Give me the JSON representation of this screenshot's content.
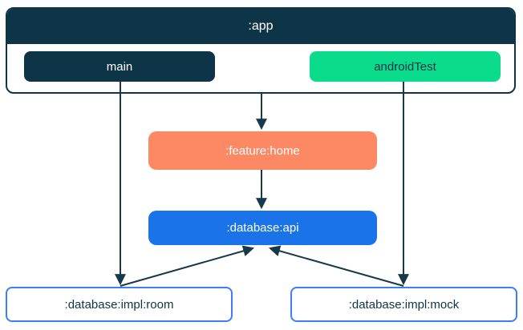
{
  "canvas": {
    "background": "#FFFFFF"
  },
  "colors": {
    "navy": "#0D3447",
    "green": "#0ADC8C",
    "orange": "#FC8964",
    "blue": "#1A73E8",
    "outline_border_blue": "#3C7EF5",
    "arrow": "#17394A",
    "white": "#FFFFFF"
  },
  "diagram": {
    "app_container": {
      "label": ":app",
      "source_sets": [
        {
          "id": "main",
          "label": "main",
          "fill": "#0D3447",
          "text_color": "#FFFFFF"
        },
        {
          "id": "androidTest",
          "label": "androidTest",
          "fill": "#0ADC8C",
          "text_color": "#0D3447"
        }
      ]
    },
    "nodes": [
      {
        "id": "feature-home",
        "label": ":feature:home",
        "fill": "#FC8964",
        "text_color": "#FFFFFF"
      },
      {
        "id": "database-api",
        "label": ":database:api",
        "fill": "#1A73E8",
        "text_color": "#FFFFFF"
      },
      {
        "id": "database-impl-room",
        "label": ":database:impl:room",
        "fill": "#FFFFFF",
        "text_color": "#0D3447",
        "border_color": "#3C7EF5"
      },
      {
        "id": "database-impl-mock",
        "label": ":database:impl:mock",
        "fill": "#FFFFFF",
        "text_color": "#0D3447",
        "border_color": "#3C7EF5"
      }
    ],
    "edges": [
      {
        "from": "main",
        "to": ":database:impl:room"
      },
      {
        "from": ":app",
        "to": ":feature:home"
      },
      {
        "from": ":feature:home",
        "to": ":database:api"
      },
      {
        "from": "androidTest",
        "to": ":database:impl:mock"
      },
      {
        "from": ":database:impl:room",
        "to": ":database:api"
      },
      {
        "from": ":database:impl:mock",
        "to": ":database:api"
      }
    ],
    "arrow_color": "#17394A"
  }
}
